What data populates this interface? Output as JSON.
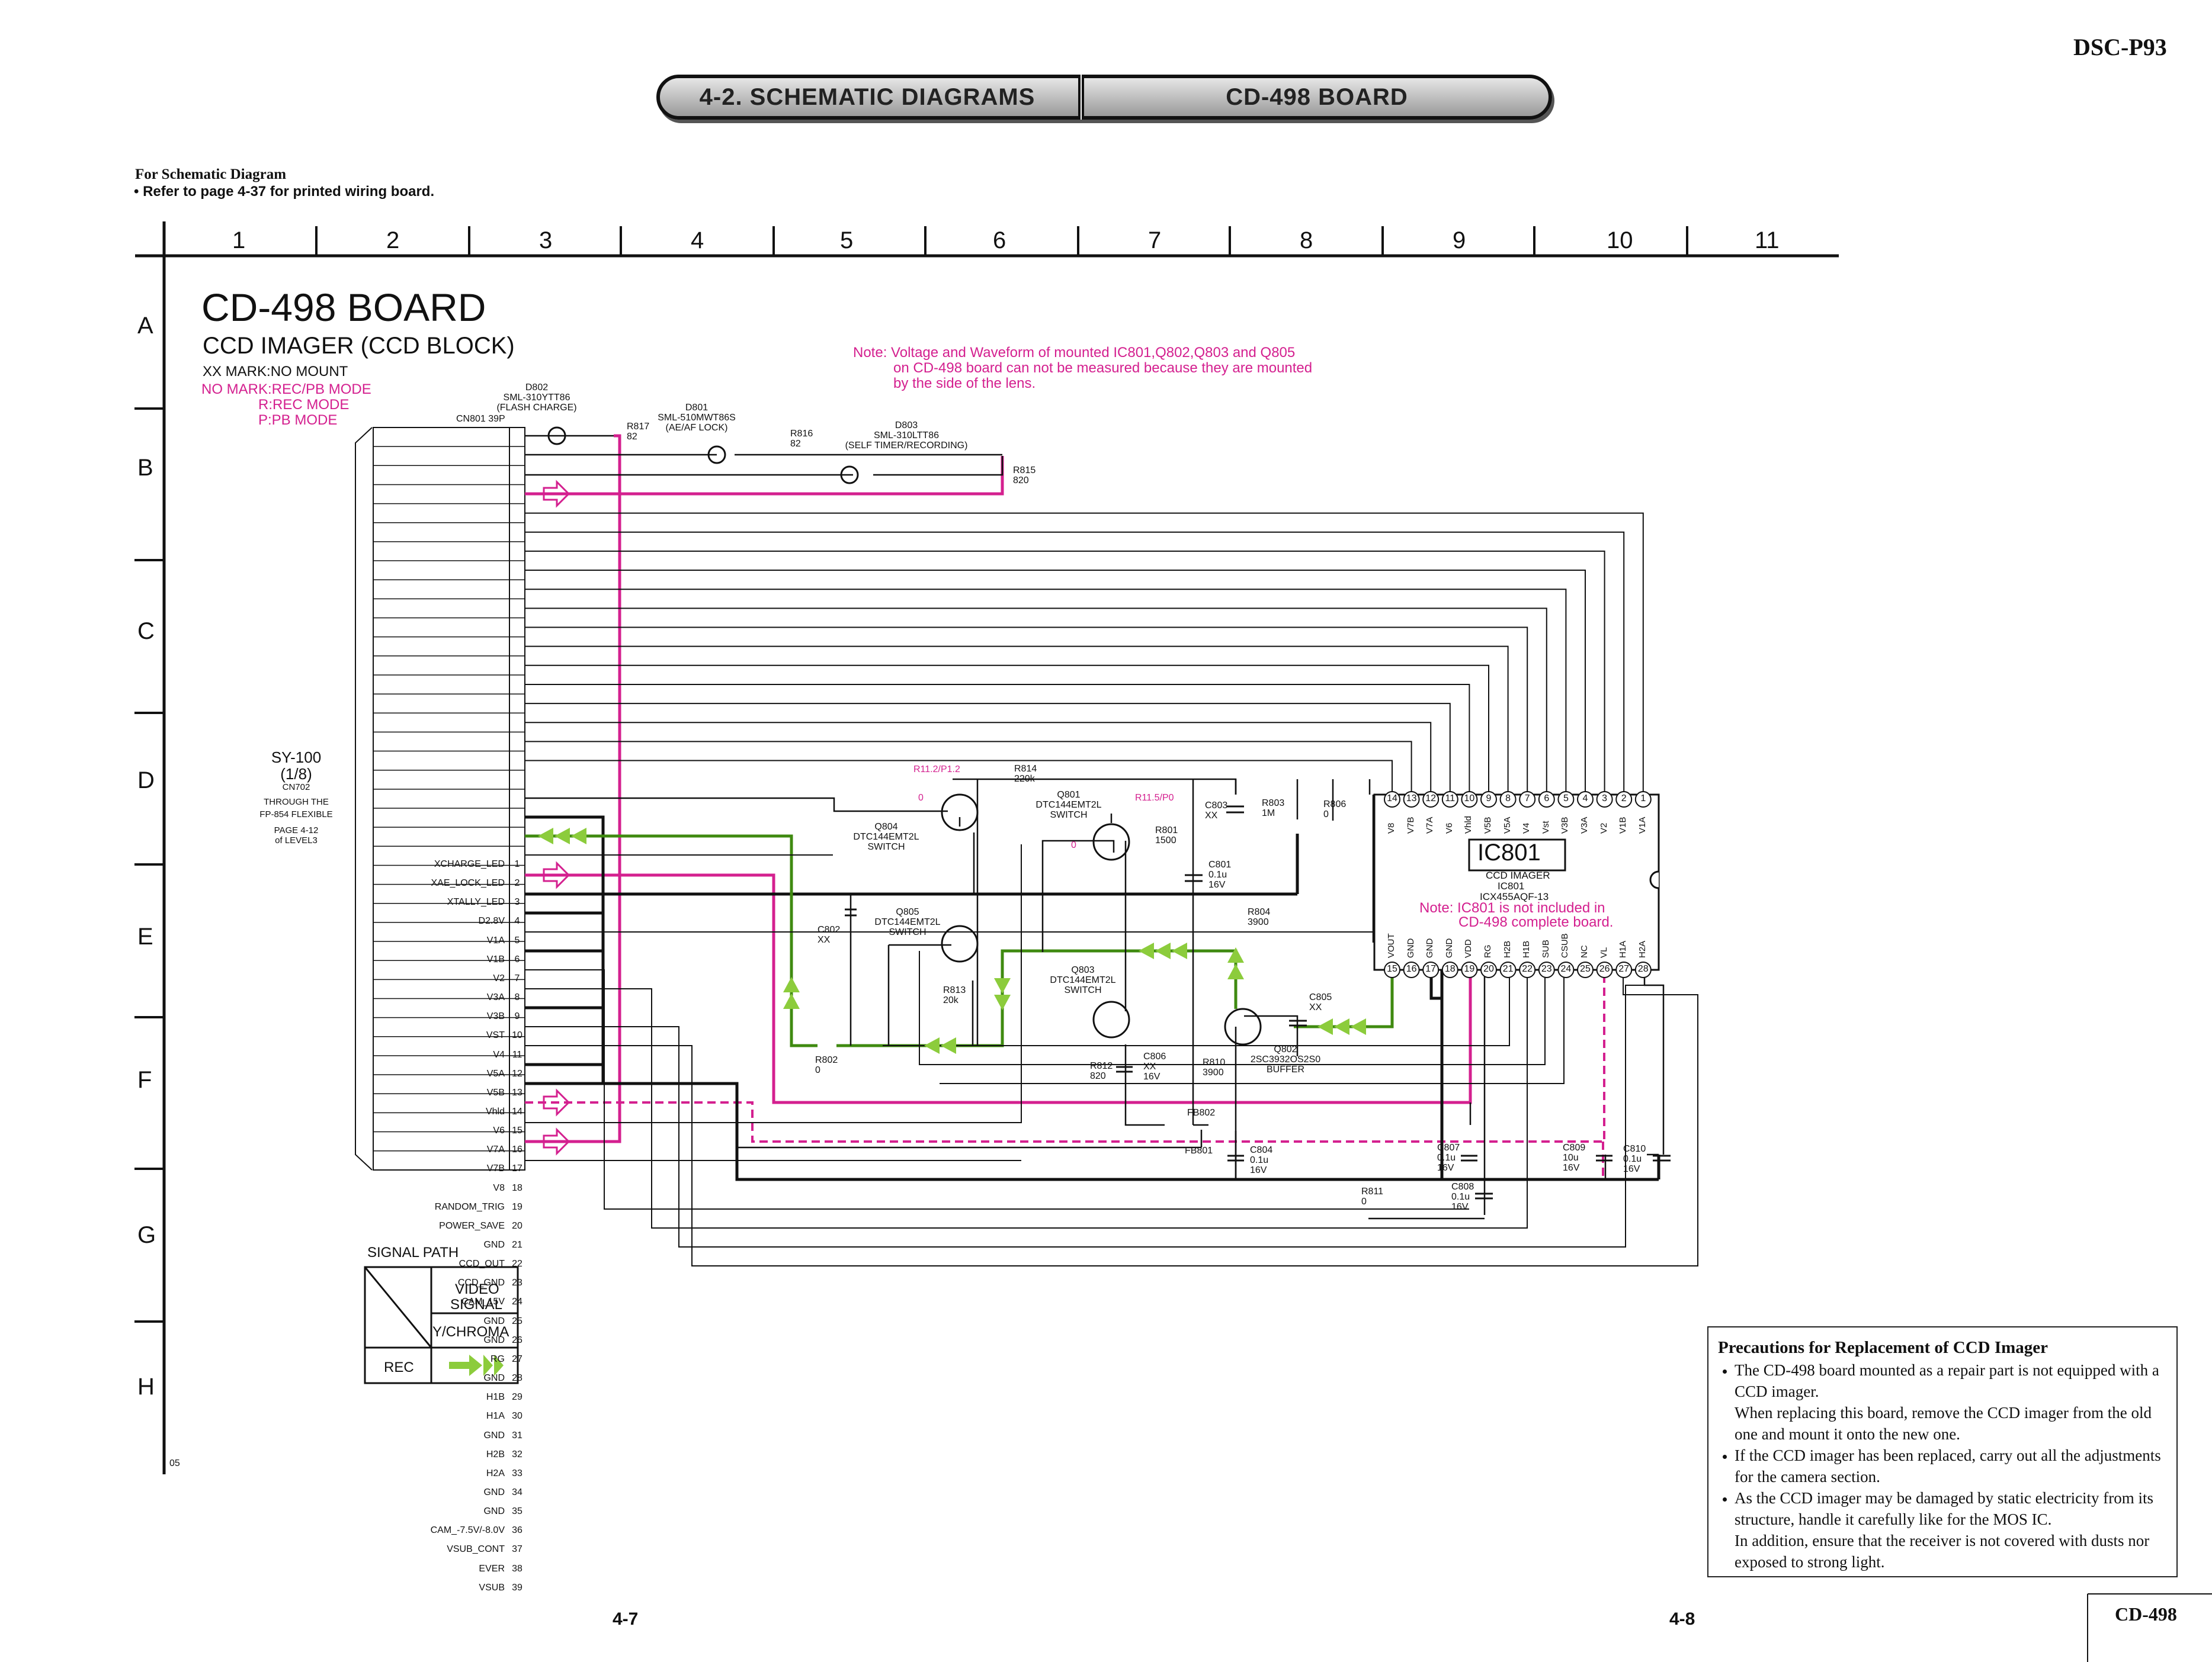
{
  "header": {
    "model": "DSC-P93",
    "section": "4-2. SCHEMATIC DIAGRAMS",
    "board": "CD-498 BOARD"
  },
  "notes_top": {
    "line1": "For Schematic Diagram",
    "line2": "• Refer to page 4-37 for printed wiring board."
  },
  "columns": [
    "1",
    "2",
    "3",
    "4",
    "5",
    "6",
    "7",
    "8",
    "9",
    "10",
    "11"
  ],
  "rows": [
    "A",
    "B",
    "C",
    "D",
    "E",
    "F",
    "G",
    "H"
  ],
  "board": {
    "title": "CD-498 BOARD",
    "subtitle": "CCD IMAGER (CCD BLOCK)",
    "xx_mark": "XX MARK:NO MOUNT",
    "mode1": "NO MARK:REC/PB MODE",
    "mode2": "R:REC MODE",
    "mode3": "P:PB MODE"
  },
  "note_voltage": {
    "line1": "Note: Voltage and Waveform of mounted IC801,Q802,Q803 and Q805",
    "line2": "on CD-498 board can not be measured because they are mounted",
    "line3": "by the side of the lens."
  },
  "connector": {
    "ref": "CN801  39P",
    "pins": [
      {
        "n": "1",
        "name": "XCHARGE_LED"
      },
      {
        "n": "2",
        "name": "XAE_LOCK_LED"
      },
      {
        "n": "3",
        "name": "XTALLY_LED"
      },
      {
        "n": "4",
        "name": "D2.8V"
      },
      {
        "n": "5",
        "name": "V1A"
      },
      {
        "n": "6",
        "name": "V1B"
      },
      {
        "n": "7",
        "name": "V2"
      },
      {
        "n": "8",
        "name": "V3A"
      },
      {
        "n": "9",
        "name": "V3B"
      },
      {
        "n": "10",
        "name": "VST"
      },
      {
        "n": "11",
        "name": "V4"
      },
      {
        "n": "12",
        "name": "V5A"
      },
      {
        "n": "13",
        "name": "V5B"
      },
      {
        "n": "14",
        "name": "Vhld"
      },
      {
        "n": "15",
        "name": "V6"
      },
      {
        "n": "16",
        "name": "V7A"
      },
      {
        "n": "17",
        "name": "V7B"
      },
      {
        "n": "18",
        "name": "V8"
      },
      {
        "n": "19",
        "name": "RANDOM_TRIG"
      },
      {
        "n": "20",
        "name": "POWER_SAVE"
      },
      {
        "n": "21",
        "name": "GND"
      },
      {
        "n": "22",
        "name": "CCD_OUT"
      },
      {
        "n": "23",
        "name": "CCD_GND"
      },
      {
        "n": "24",
        "name": "CAM_15V"
      },
      {
        "n": "25",
        "name": "GND"
      },
      {
        "n": "26",
        "name": "GND"
      },
      {
        "n": "27",
        "name": "RG"
      },
      {
        "n": "28",
        "name": "GND"
      },
      {
        "n": "29",
        "name": "H1B"
      },
      {
        "n": "30",
        "name": "H1A"
      },
      {
        "n": "31",
        "name": "GND"
      },
      {
        "n": "32",
        "name": "H2B"
      },
      {
        "n": "33",
        "name": "H2A"
      },
      {
        "n": "34",
        "name": "GND"
      },
      {
        "n": "35",
        "name": "GND"
      },
      {
        "n": "36",
        "name": "CAM_-7.5V/-8.0V"
      },
      {
        "n": "37",
        "name": "VSUB_CONT"
      },
      {
        "n": "38",
        "name": "EVER"
      },
      {
        "n": "39",
        "name": "VSUB"
      }
    ]
  },
  "sy100": {
    "l1": "SY-100",
    "l2": "(1/8)",
    "l3": "CN702",
    "l4": "THROUGH THE",
    "l5": "FP-854 FLEXIBLE",
    "l6": "PAGE 4-12",
    "l7": "of LEVEL3"
  },
  "components": {
    "d802": [
      "D802",
      "SML-310YTT86",
      "(FLASH CHARGE)"
    ],
    "d801": [
      "D801",
      "SML-510MWT86S",
      "(AE/AF LOCK)"
    ],
    "d803": [
      "D803",
      "SML-310LTT86",
      "(SELF TIMER/RECORDING)"
    ],
    "r817": [
      "R817",
      "82"
    ],
    "r816": [
      "R816",
      "82"
    ],
    "r815": [
      "R815",
      "820"
    ],
    "r814": [
      "R814",
      "220k"
    ],
    "r11": "R11.2/P1.2",
    "r115": "R11.5/P0",
    "zero1": "0",
    "zero2": "0",
    "q801": [
      "Q801",
      "DTC144EMT2L",
      "SWITCH"
    ],
    "q804": [
      "Q804",
      "DTC144EMT2L",
      "SWITCH"
    ],
    "q805": [
      "Q805",
      "DTC144EMT2L",
      "SWITCH"
    ],
    "q803": [
      "Q803",
      "DTC144EMT2L",
      "SWITCH"
    ],
    "q802": [
      "Q802",
      "2SC3932OS2S0",
      "BUFFER"
    ],
    "c803": [
      "C803",
      "XX"
    ],
    "r803": [
      "R803",
      "1M"
    ],
    "r806": [
      "R806",
      "0"
    ],
    "r801": [
      "R801",
      "1500"
    ],
    "c801": [
      "C801",
      "0.1u",
      "16V"
    ],
    "r804": [
      "R804",
      "3900"
    ],
    "c802": [
      "C802",
      "XX"
    ],
    "r813": [
      "R813",
      "20k"
    ],
    "c805": [
      "C805",
      "XX"
    ],
    "r802": [
      "R802",
      "0"
    ],
    "r812": [
      "R812",
      "820"
    ],
    "c806": [
      "C806",
      "XX",
      "16V"
    ],
    "r810": [
      "R810",
      "3900"
    ],
    "fb802": "FB802",
    "fb801": "FB801",
    "c804": [
      "C804",
      "0.1u",
      "16V"
    ],
    "c807": [
      "C807",
      "0.1u",
      "16V"
    ],
    "c808": [
      "C808",
      "0.1u",
      "16V"
    ],
    "c809": [
      "C809",
      "10u",
      "16V"
    ],
    "c810": [
      "C810",
      "0.1u",
      "16V"
    ],
    "r811": [
      "R811",
      "0"
    ]
  },
  "ic801": {
    "name": "IC801",
    "l1": "CCD IMAGER",
    "l2": "IC801",
    "l3": "ICX455AQF-13",
    "note1": "Note: IC801 is not included in",
    "note2": "CD-498 complete board.",
    "top_pins": [
      "14",
      "13",
      "12",
      "11",
      "10",
      "9",
      "8",
      "7",
      "6",
      "5",
      "4",
      "3",
      "2",
      "1"
    ],
    "top_labels": [
      "V8",
      "V7B",
      "V7A",
      "V6",
      "Vhld",
      "V5B",
      "V5A",
      "V4",
      "Vst",
      "V3B",
      "V3A",
      "V2",
      "V1B",
      "V1A"
    ],
    "bottom_pins": [
      "15",
      "16",
      "17",
      "18",
      "19",
      "20",
      "21",
      "22",
      "23",
      "24",
      "25",
      "26",
      "27",
      "28"
    ],
    "bottom_labels": [
      "VOUT",
      "GND",
      "GND",
      "GND",
      "VDD",
      "RG",
      "H2B",
      "H1B",
      "SUB",
      "CSUB",
      "NC",
      "VL",
      "H1A",
      "H2A"
    ]
  },
  "signal_path": {
    "title": "SIGNAL PATH",
    "h1": "VIDEO",
    "h2": "SIGNAL",
    "h3": "Y/CHROMA",
    "rec": "REC"
  },
  "precautions": {
    "title": "Precautions for Replacement of CCD Imager",
    "items": [
      [
        "The CD-498 board mounted as a repair part is not equipped with a CCD imager.",
        "When replacing this board, remove the CCD imager from the old one and mount it onto the new one."
      ],
      [
        "If the CCD imager has been replaced, carry out all the adjustments for the camera section."
      ],
      [
        "As the CCD imager may be damaged by static electricity from its structure, handle it carefully like for the MOS IC.",
        "In addition, ensure that the receiver is not covered with dusts nor exposed to strong light."
      ]
    ]
  },
  "footer": {
    "page_left": "4-7",
    "page_right": "4-8",
    "board_code": "CD-498",
    "small": "05"
  },
  "colors": {
    "magenta": "#d4208f",
    "green": "#3f8a10",
    "arrow_green": "#8ccc3c",
    "black": "#111111"
  }
}
